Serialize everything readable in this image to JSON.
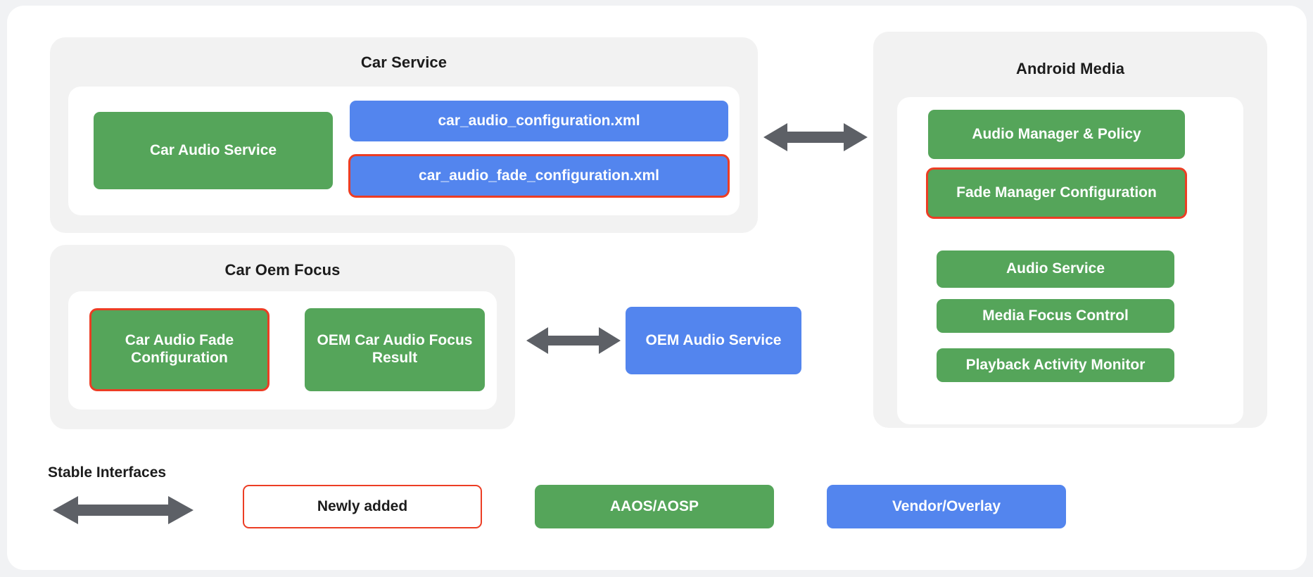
{
  "diagram": {
    "title_colors": {
      "green": "#55a55a",
      "blue": "#5385ee",
      "highlight_red": "#ec3d24",
      "panel_gray": "#f2f2f2",
      "inner_white": "#ffffff",
      "arrow_gray": "#5d6066",
      "text_dark": "#1c1c1c"
    },
    "groups": {
      "car_service": {
        "title": "Car Service",
        "nodes": [
          {
            "label": "Car Audio Service",
            "type": "green",
            "highlighted": false
          },
          {
            "label": "car_audio_configuration.xml",
            "type": "blue",
            "highlighted": false
          },
          {
            "label": "car_audio_fade_configuration.xml",
            "type": "blue",
            "highlighted": true
          }
        ]
      },
      "car_oem_focus": {
        "title": "Car Oem Focus",
        "nodes": [
          {
            "label": "Car Audio Fade Configuration",
            "type": "green",
            "highlighted": true
          },
          {
            "label": "OEM Car Audio Focus Result",
            "type": "green",
            "highlighted": false
          }
        ]
      },
      "android_media": {
        "title": "Android Media",
        "nodes": [
          {
            "label": "Audio Manager & Policy",
            "type": "green",
            "highlighted": false
          },
          {
            "label": "Fade Manager Configuration",
            "type": "green",
            "highlighted": true
          },
          {
            "label": "Audio Service",
            "type": "green",
            "highlighted": false
          },
          {
            "label": "Media Focus Control",
            "type": "green",
            "highlighted": false
          },
          {
            "label": "Playback Activity Monitor",
            "type": "green",
            "highlighted": false
          }
        ]
      }
    },
    "standalone_nodes": [
      {
        "label": "OEM Audio Service",
        "type": "blue",
        "highlighted": false
      }
    ],
    "connectors": [
      {
        "name": "car-service-to-android-media",
        "style": "double-headed"
      },
      {
        "name": "car-oem-focus-to-oem-audio-service",
        "style": "double-headed"
      }
    ],
    "legend": {
      "stable_interfaces_label": "Stable Interfaces",
      "arrow": {
        "name": "double-arrow-icon",
        "style": "double-headed"
      },
      "items": [
        {
          "label": "Newly added",
          "type": "outline"
        },
        {
          "label": "AAOS/AOSP",
          "type": "green"
        },
        {
          "label": "Vendor/Overlay",
          "type": "blue"
        }
      ]
    }
  }
}
